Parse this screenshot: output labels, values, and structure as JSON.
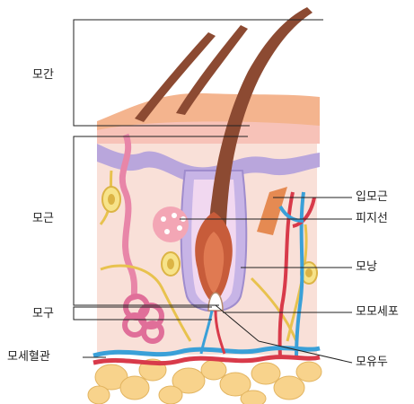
{
  "diagram": {
    "labels": {
      "hair_shaft": "모간",
      "hair_root": "모근",
      "hair_bulb": "모구",
      "capillary": "모세혈관",
      "arrector_pili": "입모근",
      "sebaceous_gland": "피지선",
      "follicle": "모낭",
      "matrix_cells": "모모세포",
      "dermal_papilla": "모유두"
    }
  }
}
